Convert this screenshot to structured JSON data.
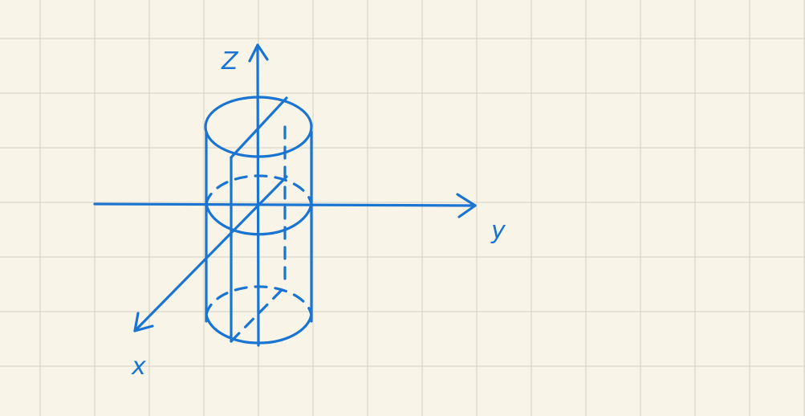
{
  "axes": {
    "z_label": "Z",
    "y_label": "y",
    "x_label": "x"
  },
  "colors": {
    "background": "#f8f4e8",
    "grid": "#d9d6cc",
    "ink": "#1a74d2"
  },
  "icons": {
    "arrowhead": "chevron-arrowhead"
  }
}
